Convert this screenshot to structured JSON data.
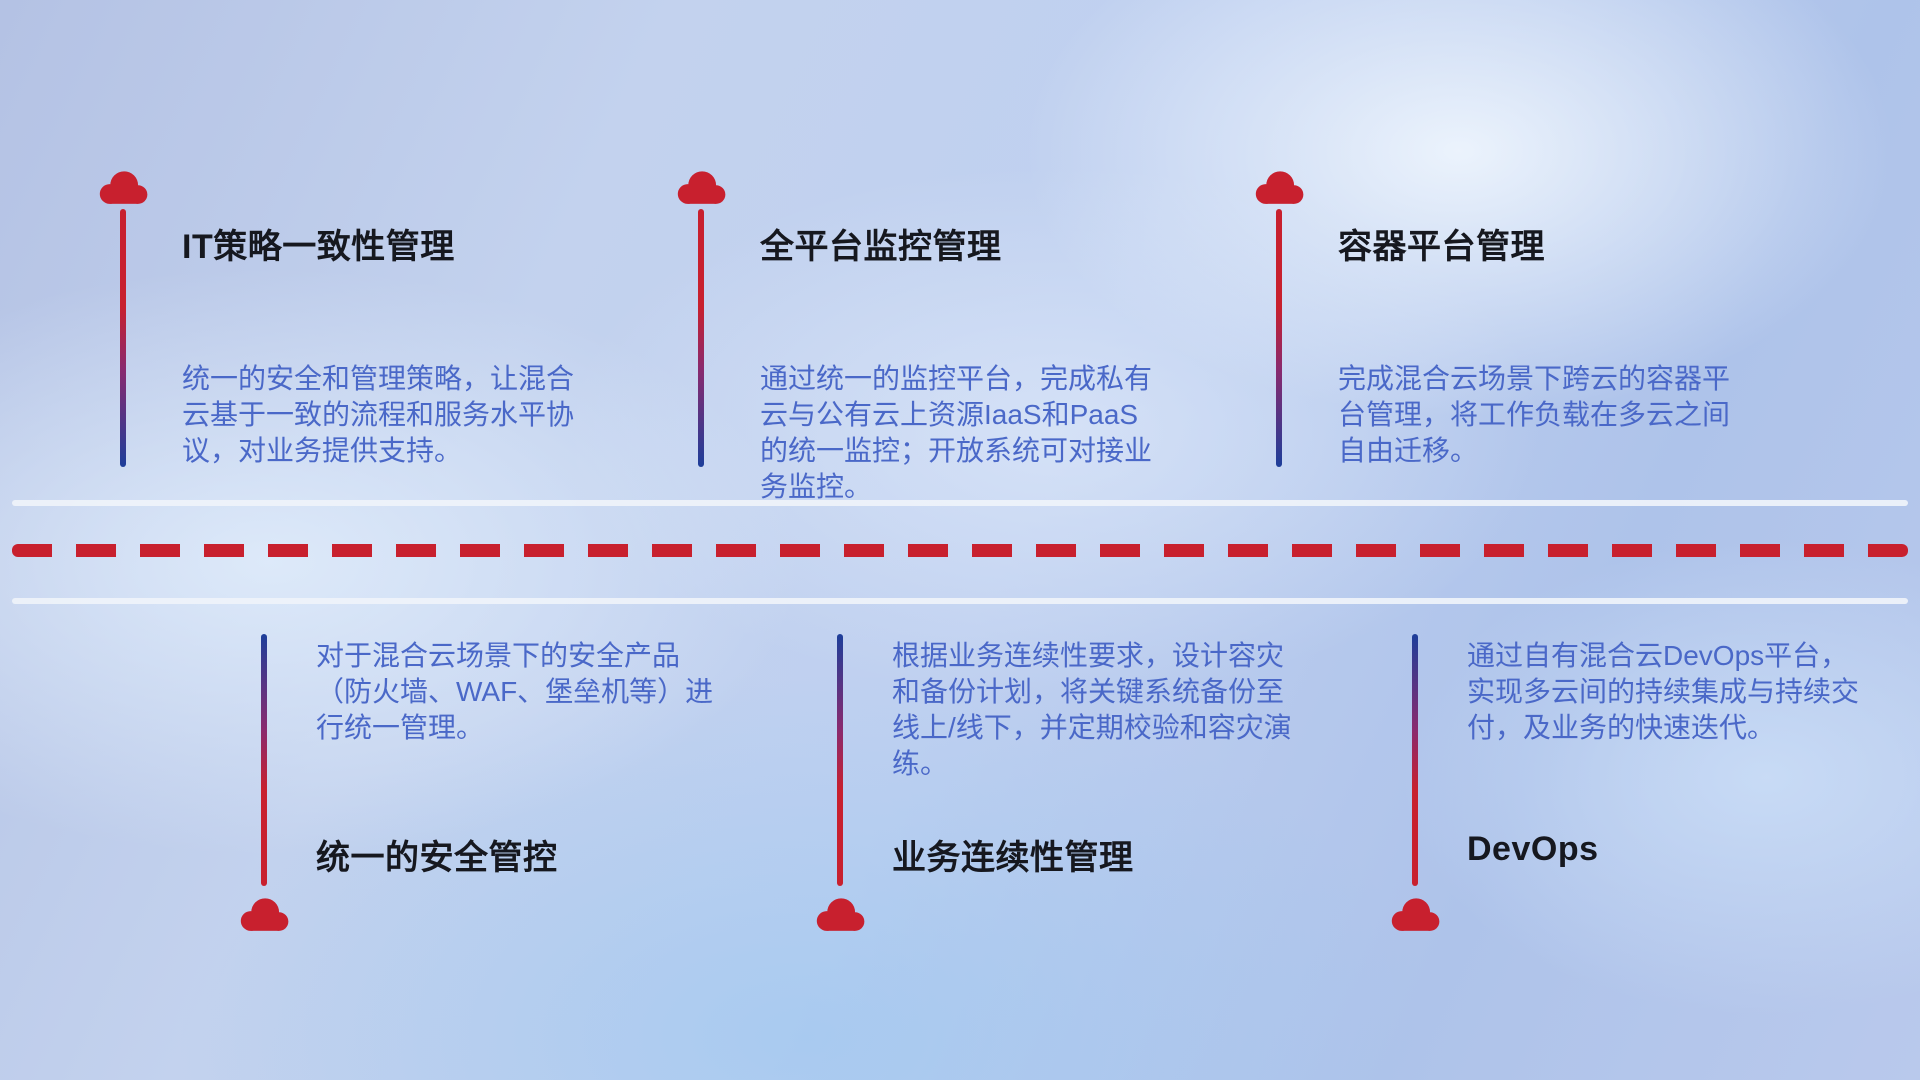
{
  "colors": {
    "cloud_red": "#c8202e",
    "line_blue": "#1d3e9a",
    "title_text": "#16181f",
    "description_text": "#4a68c8",
    "solid_divider": "#eff3fa",
    "dashed_divider": "#c8202e"
  },
  "top_items": [
    {
      "title": "IT策略一致性管理",
      "desc": "统一的安全和管理策略，让混合云基于一致的流程和服务水平协议，对业务提供支持。"
    },
    {
      "title": "全平台监控管理",
      "desc": "通过统一的监控平台，完成私有云与公有云上资源IaaS和PaaS的统一监控；开放系统可对接业务监控。"
    },
    {
      "title": "容器平台管理",
      "desc": "完成混合云场景下跨云的容器平台管理，将工作负载在多云之间自由迁移。"
    }
  ],
  "bottom_items": [
    {
      "title": "统一的安全管控",
      "desc": "对于混合云场景下的安全产品（防火墙、WAF、堡垒机等）进行统一管理。"
    },
    {
      "title": "业务连续性管理",
      "desc": "根据业务连续性要求，设计容灾和备份计划，将关键系统备份至线上/线下，并定期校验和容灾演练。"
    },
    {
      "title": "DevOps",
      "desc": "通过自有混合云DevOps平台，实现多云间的持续集成与持续交付，及业务的快速迭代。"
    }
  ]
}
